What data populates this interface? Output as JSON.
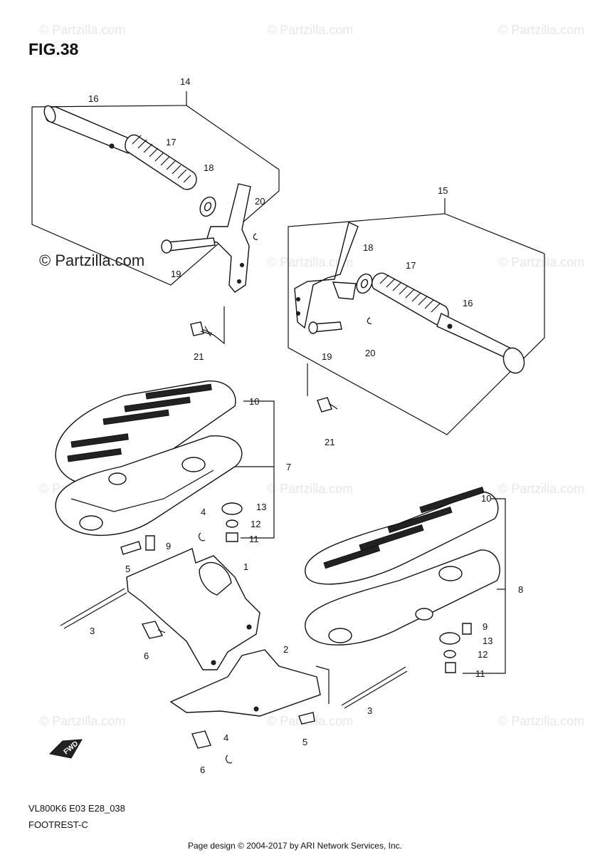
{
  "figure": {
    "title": "FIG.38"
  },
  "watermark": {
    "text": "© Partzilla.com"
  },
  "brand": {
    "text": "© Partzilla.com"
  },
  "diagram": {
    "code": "VL800K6 E03 E28_038",
    "name": "FOOTREST-C",
    "fwd_label": "FWD"
  },
  "footer": {
    "text": "Page design © 2004-2017 by ARI Network Services, Inc."
  },
  "callouts": {
    "c14": "14",
    "c15": "15",
    "c16a": "16",
    "c17a": "17",
    "c18a": "18",
    "c20a": "20",
    "c19a": "19",
    "c21a": "21",
    "c16b": "16",
    "c17b": "17",
    "c18b": "18",
    "c20b": "20",
    "c19b": "19",
    "c21b": "21",
    "c10a": "10",
    "c7": "7",
    "c13a": "13",
    "c12a": "12",
    "c11a": "11",
    "c4a": "4",
    "c9a": "9",
    "c5a": "5",
    "c1": "1",
    "c3a": "3",
    "c6a": "6",
    "c2": "2",
    "c10b": "10",
    "c8": "8",
    "c9b": "9",
    "c13b": "13",
    "c12b": "12",
    "c11b": "11",
    "c3b": "3",
    "c4b": "4",
    "c5b": "5",
    "c6b": "6"
  }
}
